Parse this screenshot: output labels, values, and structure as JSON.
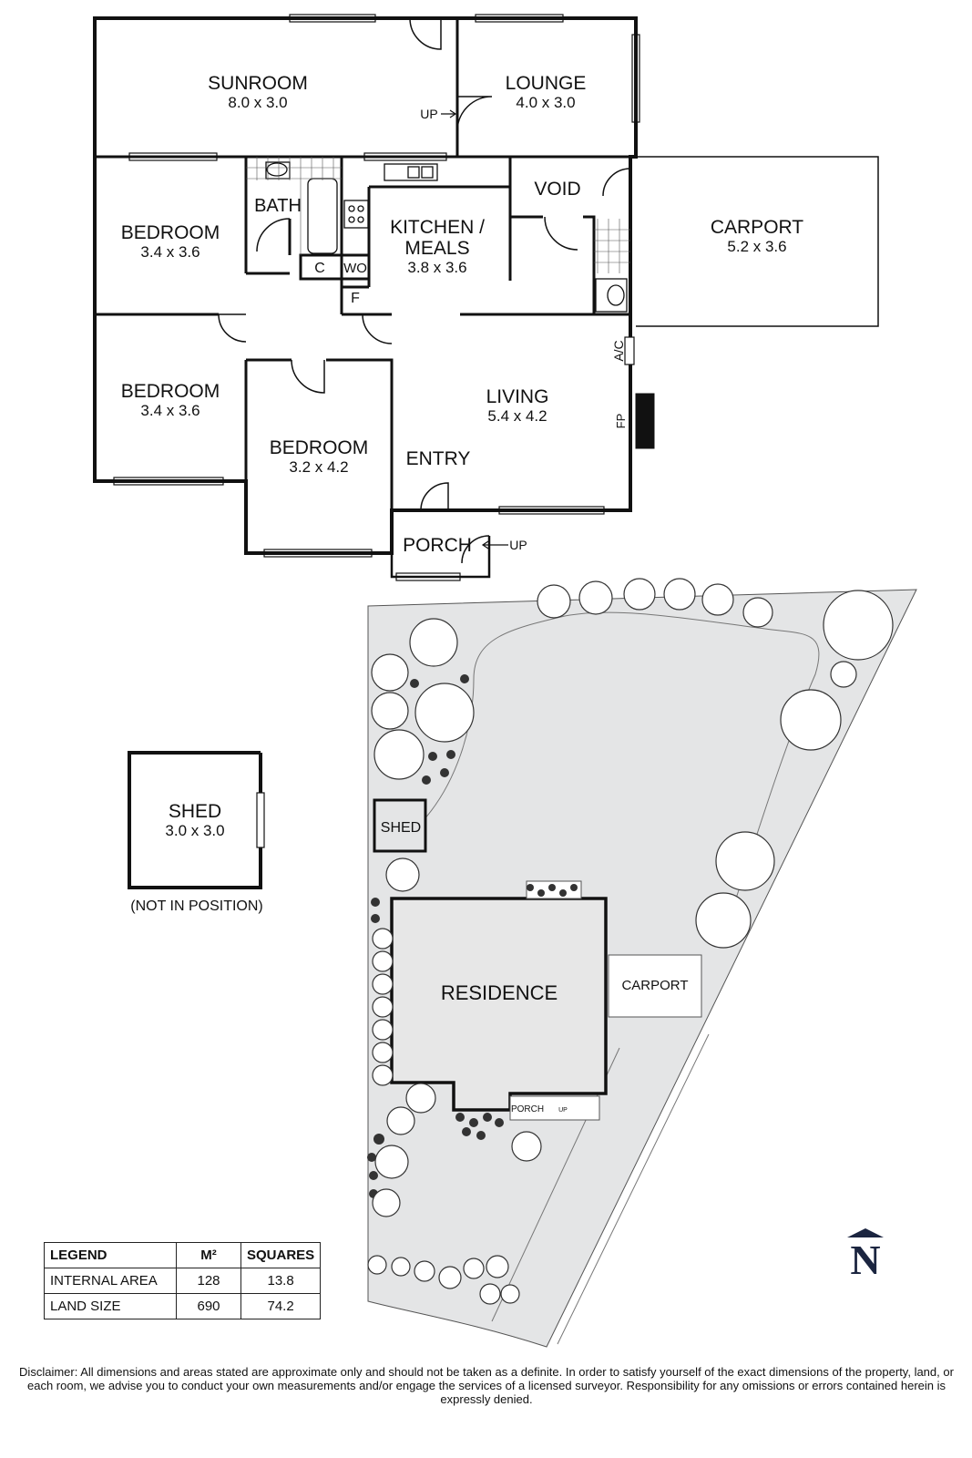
{
  "floor_plan": {
    "rooms": [
      {
        "id": "sunroom",
        "name": "SUNROOM",
        "dims": "8.0 x 3.0"
      },
      {
        "id": "lounge",
        "name": "LOUNGE",
        "dims": "4.0 x 3.0"
      },
      {
        "id": "bedroom1",
        "name": "BEDROOM",
        "dims": "3.4 x 3.6"
      },
      {
        "id": "bath",
        "name": "BATH",
        "dims": ""
      },
      {
        "id": "kitchen",
        "name": "KITCHEN /",
        "name2": "MEALS",
        "dims": "3.8 x 3.6"
      },
      {
        "id": "void",
        "name": "VOID",
        "dims": ""
      },
      {
        "id": "carport",
        "name": "CARPORT",
        "dims": "5.2 x 3.6"
      },
      {
        "id": "bedroom2",
        "name": "BEDROOM",
        "dims": "3.4 x 3.6"
      },
      {
        "id": "living",
        "name": "LIVING",
        "dims": "5.4 x 4.2"
      },
      {
        "id": "bedroom3",
        "name": "BEDROOM",
        "dims": "3.2 x 4.2"
      },
      {
        "id": "entry",
        "name": "ENTRY",
        "dims": ""
      },
      {
        "id": "porch",
        "name": "PORCH",
        "dims": ""
      }
    ],
    "small_labels": {
      "up_lounge": "UP",
      "up_porch": "UP",
      "cupboard": "C",
      "wo": "WO",
      "fridge": "F",
      "ac": "A/C",
      "fireplace": "FP"
    }
  },
  "shed_plan": {
    "name": "SHED",
    "dims": "3.0 x 3.0",
    "note": "(NOT IN POSITION)"
  },
  "site_plan": {
    "shed": "SHED",
    "residence": "RESIDENCE",
    "carport": "CARPORT",
    "porch": "PORCH",
    "up": "UP"
  },
  "legend": {
    "headers": [
      "LEGEND",
      "M²",
      "SQUARES"
    ],
    "rows": [
      {
        "label": "INTERNAL AREA",
        "m2": "128",
        "squares": "13.8"
      },
      {
        "label": "LAND SIZE",
        "m2": "690",
        "squares": "74.2"
      }
    ]
  },
  "compass": {
    "label": "N"
  },
  "disclaimer": "Disclaimer: All dimensions and areas stated are approximate only and should not be taken as a definite. In order to satisfy yourself of the exact dimensions of the property, land, or each room, we advise you to conduct your own measurements and/or engage the services of a licensed surveyor. Responsibility for any omissions or errors contained herein is expressly denied.",
  "colors": {
    "wall": "#111111",
    "site_fill": "#e4e5e6",
    "residence_fill": "#e7e7e7",
    "north": "#1b2540"
  }
}
